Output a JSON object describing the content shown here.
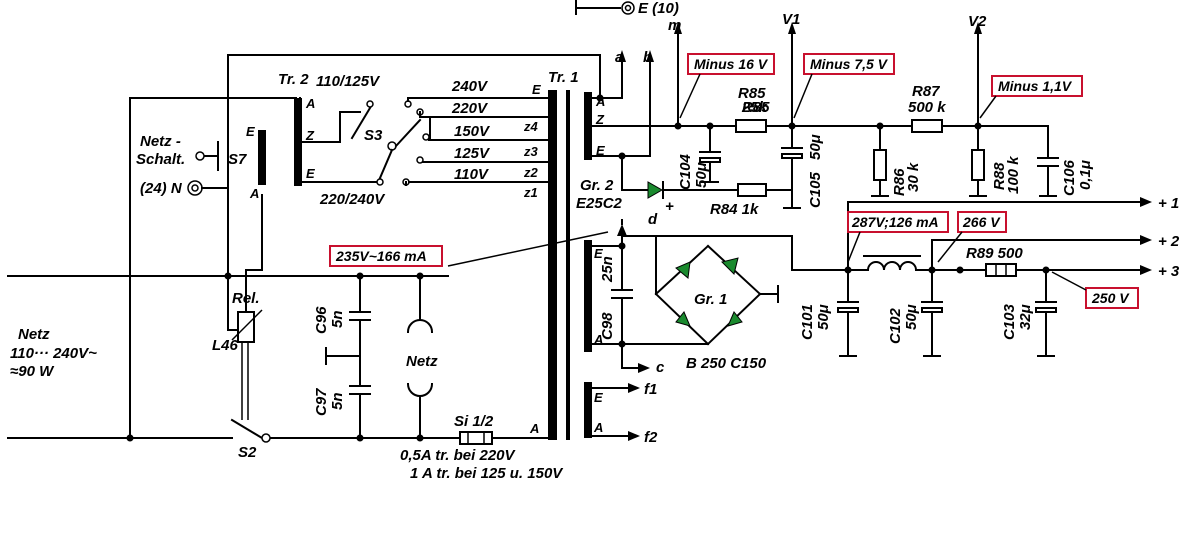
{
  "labels": {
    "tr2": "Tr. 2",
    "tr1": "Tr. 1",
    "s3": "S3",
    "s7": "S7",
    "s2": "S2",
    "netz_schalt_1": "Netz -",
    "netz_schalt_2": "Schalt.",
    "n24": "(24) N",
    "e10": "E (10)",
    "rel": "Rel.",
    "l46": "L46",
    "netz_block_1": "Netz",
    "netz_block_2": "110··· 240V~",
    "netz_block_3": "≈90 W",
    "netz_filter": "Netz",
    "v110_125": "110/125V",
    "v220_240": "220/240V",
    "t240": "240V",
    "t220": "220V",
    "t150": "150V",
    "t125": "125V",
    "t110": "110V",
    "z4": "z4",
    "z3": "z3",
    "z2": "z2",
    "z1": "z1",
    "pin_a": "a",
    "pin_b": "b",
    "pin_m": "m",
    "pin_v1": "V1",
    "pin_v2": "V2",
    "pin_c": "c",
    "pin_d": "d",
    "pin_f1": "f1",
    "pin_f2": "f2",
    "out1": "+ 1",
    "out2": "+ 2",
    "out3": "+ 3",
    "c104": "C104",
    "c104v": "50μ",
    "c105": "C105",
    "c105v": "50μ",
    "r85": "R85",
    "r85v": "25k",
    "r87": "R87",
    "r87v": "500 k",
    "r86": "R86",
    "r86v": "30 k",
    "r88": "R88",
    "r88v": "100 k",
    "c106": "C106",
    "c106v": "0,1μ",
    "gr2": "Gr. 2",
    "e25c2": "E25C2",
    "r84": "R84  1k",
    "c96": "C96",
    "c96v": "5n",
    "c97": "C97",
    "c97v": "5n",
    "c98": "C98",
    "c98v": "25n",
    "gr1": "Gr. 1",
    "b250": "B 250 C150",
    "c101": "C101",
    "c101v": "50μ",
    "c102": "C102",
    "c102v": "50μ",
    "c103": "C103",
    "c103v": "32μ",
    "r89": "R89  500",
    "si": "Si 1/2",
    "fuse1": "0,5A tr. bei 220V",
    "fuse2": "1 A tr. bei 125 u. 150V",
    "A": "A",
    "E": "E",
    "Z": "Z",
    "plus": "+"
  },
  "callouts": {
    "minus16": "Minus 16 V",
    "minus75": "Minus 7,5 V",
    "minus11": "Minus 1,1V",
    "v235": "235V~166 mA",
    "v287": "287V;126 mA",
    "v266": "266 V",
    "v250": "250 V"
  },
  "colors": {
    "callout_border": "#c8102e",
    "diode_fill": "#1a8a2e"
  }
}
